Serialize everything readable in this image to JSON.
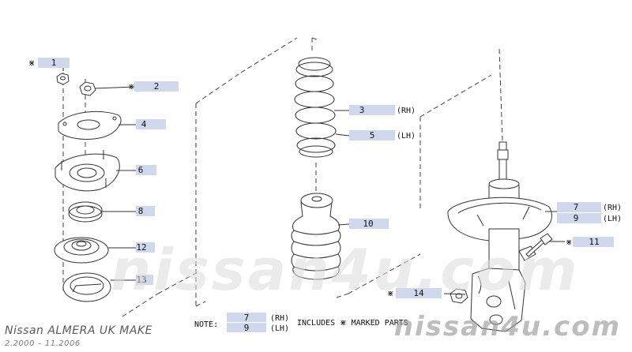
{
  "parts": {
    "p1": "1",
    "p2": "2",
    "p3": "3",
    "p4": "4",
    "p5": "5",
    "p6": "6",
    "p7": "7",
    "p8": "8",
    "p9": "9",
    "p10": "10",
    "p11": "11",
    "p12": "12",
    "p13": "13",
    "p14": "14"
  },
  "side": {
    "rh": "(RH)",
    "lh": "(LH)"
  },
  "marker": "⋇",
  "note": {
    "label": "NOTE:",
    "num_rh": "7",
    "num_lh": "9",
    "rh": "(RH)",
    "lh": "(LH)",
    "text": "INCLUDES ⋇ MARKED PARTS"
  },
  "footer": {
    "title": "Nissan ALMERA UK MAKE",
    "dates": "2.2000 – 11.2006"
  },
  "watermark": {
    "center": "nissan4u.com",
    "bottom": "nissan4u.com"
  },
  "colors": {
    "label_box": "#cfd8ec",
    "line": "#333333"
  }
}
